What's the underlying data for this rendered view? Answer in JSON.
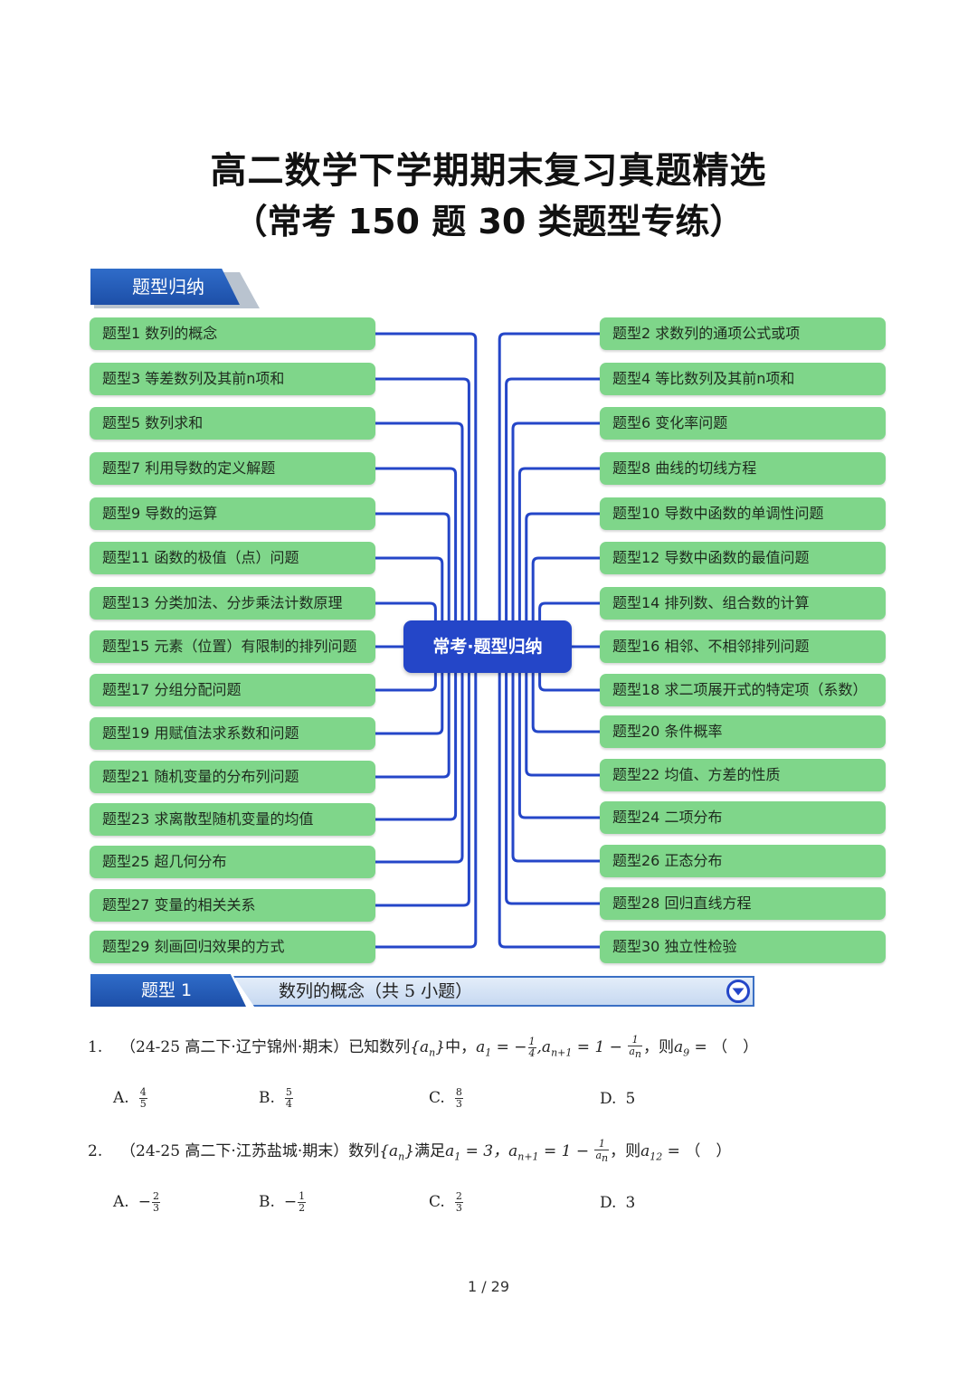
{
  "document": {
    "title": "高二数学下学期期末复习真题精选",
    "subtitle": "（常考 150 题 30 类题型专练）",
    "section_tab": "题型归纳",
    "center_node": "常考·题型归纳",
    "page_number": "1 / 29"
  },
  "topics_left": [
    "题型1 数列的概念",
    "题型3 等差数列及其前n项和",
    "题型5 数列求和",
    "题型7 利用导数的定义解题",
    "题型9 导数的运算",
    "题型11 函数的极值（点）问题",
    "题型13 分类加法、分步乘法计数原理",
    "题型15 元素（位置）有限制的排列问题",
    "题型17 分组分配问题",
    "题型19 用赋值法求系数和问题",
    "题型21 随机变量的分布列问题",
    "题型23 求离散型随机变量的均值",
    "题型25 超几何分布",
    "题型27 变量的相关关系",
    "题型29 刻画回归效果的方式"
  ],
  "topics_right": [
    "题型2 求数列的通项公式或项",
    "题型4 等比数列及其前n项和",
    "题型6 变化率问题",
    "题型8 曲线的切线方程",
    "题型10 导数中函数的单调性问题",
    "题型12 导数中函数的最值问题",
    "题型14 排列数、组合数的计算",
    "题型16 相邻、不相邻排列问题",
    "题型18 求二项展开式的特定项（系数）",
    "题型20 条件概率",
    "题型22 均值、方差的性质",
    "题型24 二项分布",
    "题型26 正态分布",
    "题型28 回归直线方程",
    "题型30 独立性检验"
  ],
  "type_header": {
    "tab": "题型 1",
    "bar": "数列的概念（共 5 小题）"
  },
  "questions": [
    {
      "num": "1.",
      "source": "（24-25 高二下·辽宁锦州·期末）已知数列",
      "text_mid": "中，",
      "text_end": "，则",
      "blank": " = （　）",
      "options": [
        {
          "label": "A.",
          "num": "4",
          "den": "5"
        },
        {
          "label": "B.",
          "num": "5",
          "den": "4"
        },
        {
          "label": "C.",
          "num": "8",
          "den": "3"
        },
        {
          "label": "D.",
          "value": "5"
        }
      ]
    },
    {
      "num": "2.",
      "source": "（24-25 高二下·江苏盐城·期末）数列",
      "text_mid": "满足",
      "text_end": "，则",
      "blank": " = （　）",
      "options": [
        {
          "label": "A.",
          "sign": "−",
          "num": "2",
          "den": "3"
        },
        {
          "label": "B.",
          "sign": "−",
          "num": "1",
          "den": "2"
        },
        {
          "label": "C.",
          "num": "2",
          "den": "3"
        },
        {
          "label": "D.",
          "value": "3"
        }
      ]
    }
  ],
  "colors": {
    "topic_green": "#7fd68a",
    "connector_blue": "#2446c8",
    "tab_blue": "#1d4fa8"
  }
}
